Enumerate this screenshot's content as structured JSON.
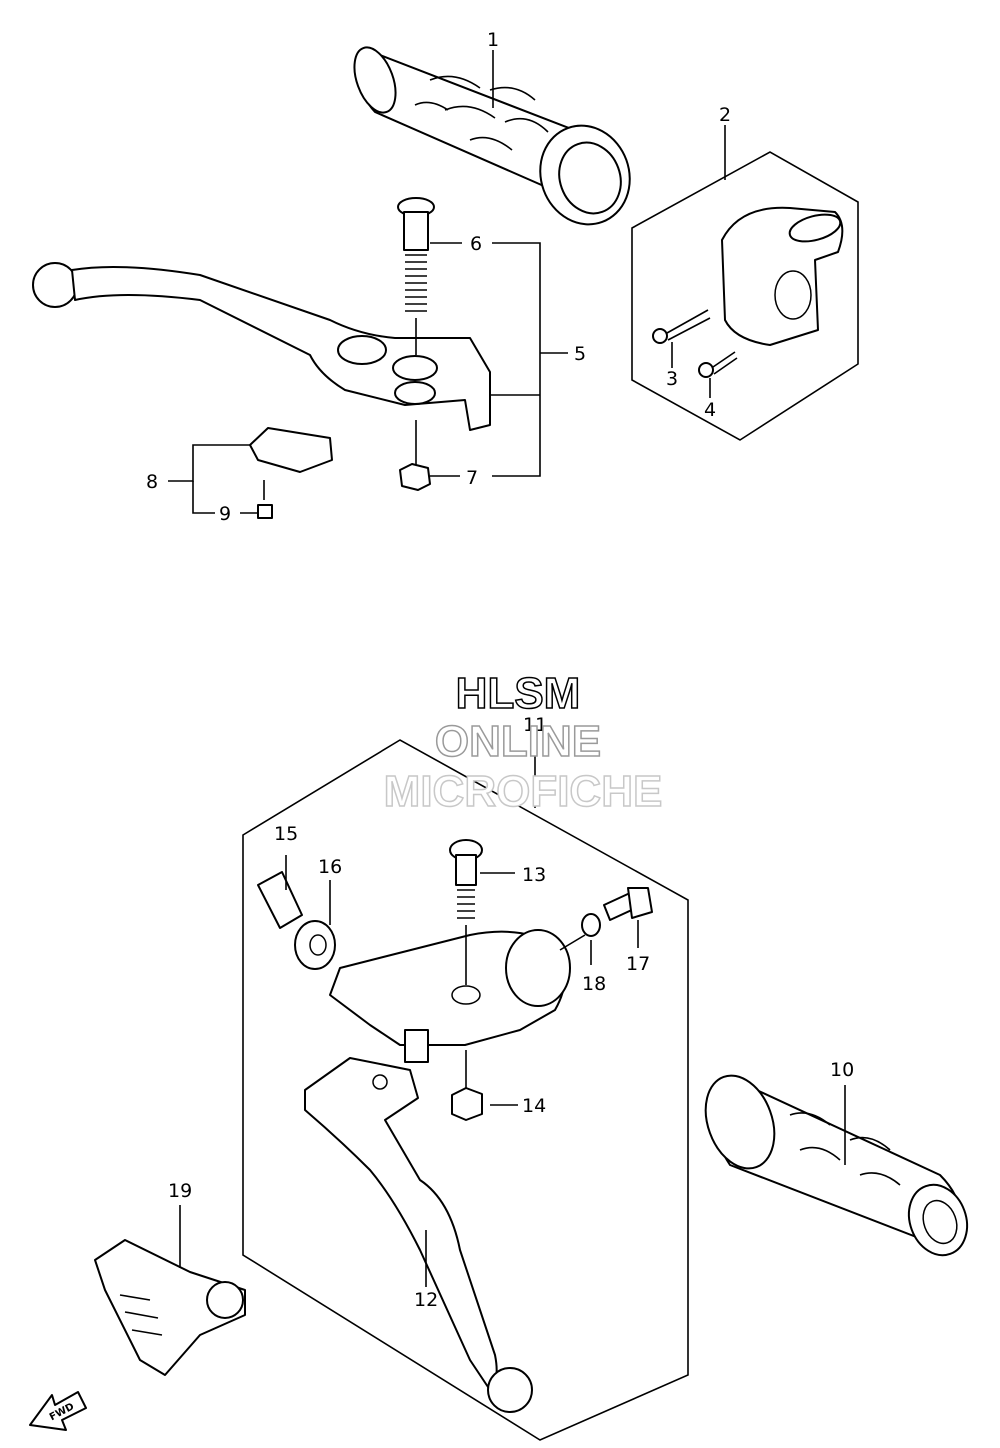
{
  "watermark": {
    "line1": "HLSM",
    "line2": "ONLINE",
    "line3": "MICROFICHE"
  },
  "callouts": {
    "c1": "1",
    "c2": "2",
    "c3": "3",
    "c4": "4",
    "c5": "5",
    "c6": "6",
    "c7": "7",
    "c8": "8",
    "c9": "9",
    "c10": "10",
    "c11": "11",
    "c12": "12",
    "c13": "13",
    "c14": "14",
    "c15": "15",
    "c16": "16",
    "c17": "17",
    "c18": "18",
    "c19": "19"
  },
  "direction": {
    "label": "FWD"
  },
  "colors": {
    "line": "#000000",
    "background": "#ffffff",
    "watermark": "#c8c8c8"
  }
}
